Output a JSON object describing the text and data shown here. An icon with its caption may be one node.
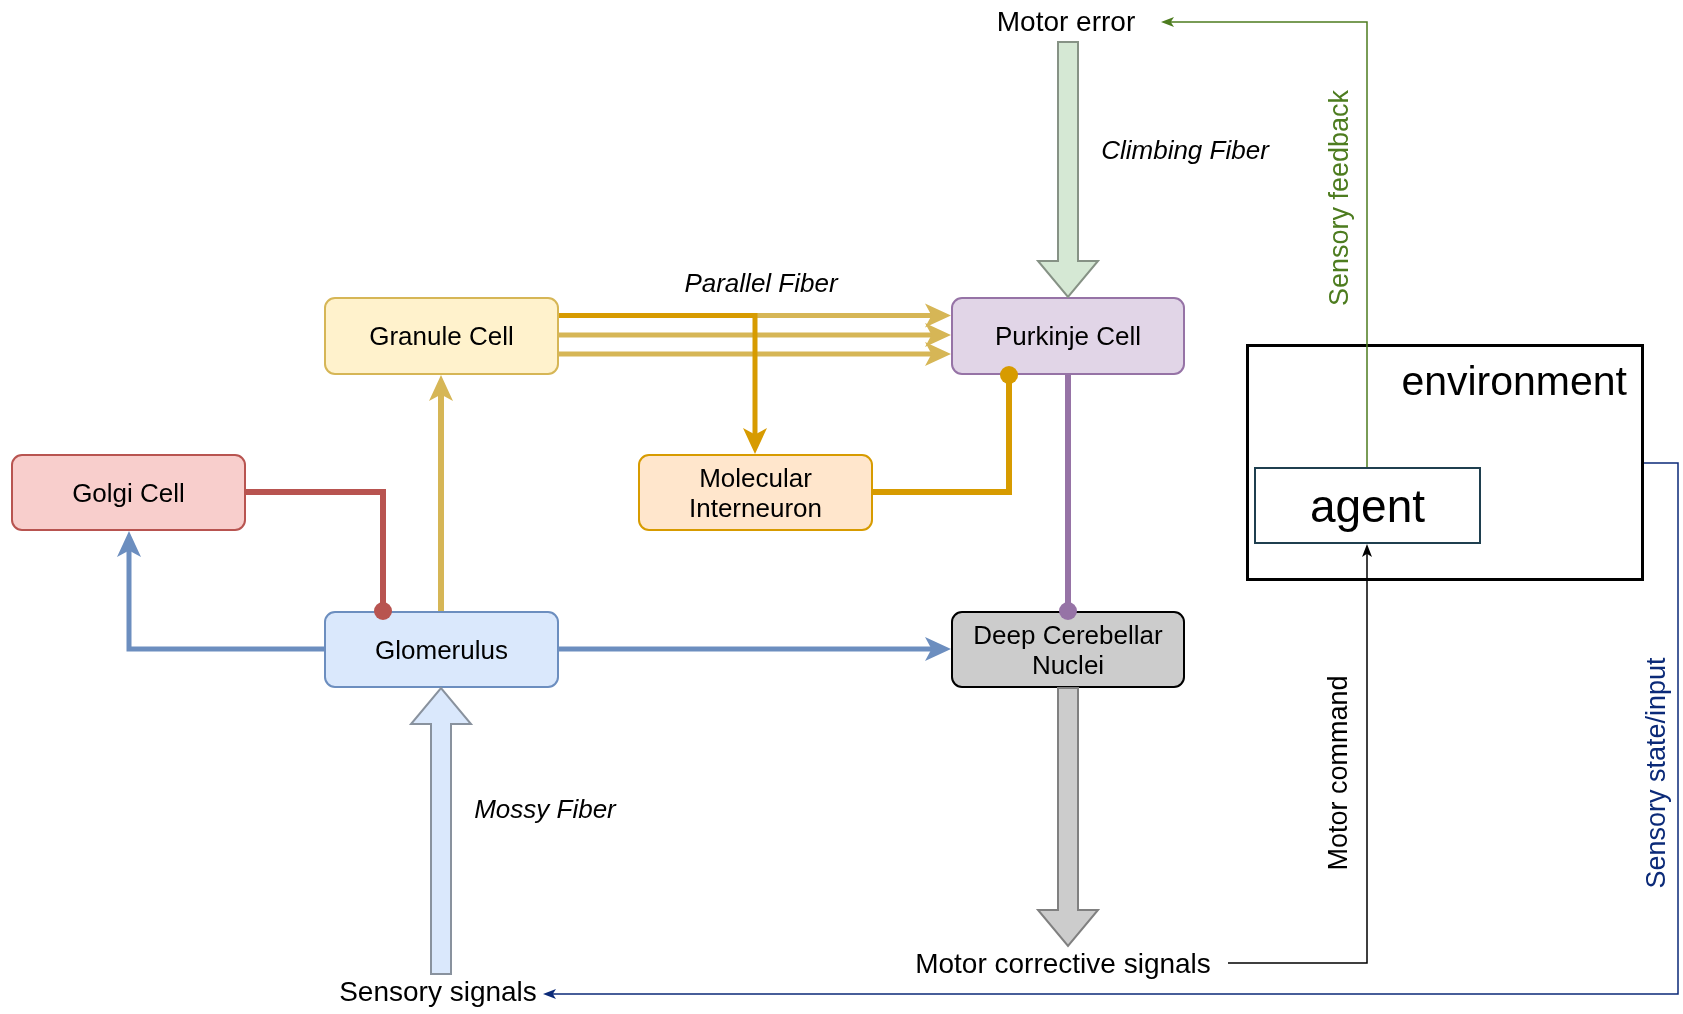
{
  "diagram": {
    "nodes": [
      {
        "text": [
          "Granule Cell"
        ]
      },
      {
        "text": [
          "Purkinje Cell"
        ]
      },
      {
        "text": [
          "Golgi Cell"
        ]
      },
      {
        "text": [
          "Molecular Interneuron"
        ]
      },
      {
        "text": [
          "Glomerulus"
        ]
      },
      {
        "text": [
          "Deep Cerebellar Nuclei"
        ]
      },
      {
        "text": [
          "Motor error"
        ]
      },
      {
        "text": [
          "environment"
        ]
      },
      {
        "text": [
          "agent"
        ],
        "in": 7
      },
      {
        "text": [
          "Motor corrective signals"
        ]
      },
      {
        "text": [
          "Sensory signals"
        ]
      }
    ],
    "edges": [
      {
        "from": 0,
        "to": 1,
        "arrow": "to",
        "label": "Parallel Fiber",
        "color": "#d6b656"
      },
      {
        "from": 0,
        "to": 1,
        "arrow": "to",
        "color": "#d6b656"
      },
      {
        "from": 0,
        "to": 1,
        "arrow": "to",
        "color": "#d6b656"
      },
      {
        "from": 0,
        "to": 3,
        "arrow": "to",
        "color": "#d79b00"
      },
      {
        "from": 3,
        "to": 1,
        "arrow": "other",
        "color": "#d79b00"
      },
      {
        "from": 1,
        "to": 5,
        "arrow": "other",
        "color": "#9673a6"
      },
      {
        "from": 2,
        "to": 4,
        "arrow": "other",
        "color": "#b85450"
      },
      {
        "from": 4,
        "to": 2,
        "arrow": "to",
        "color": "#6c8ebf"
      },
      {
        "from": 4,
        "to": 0,
        "arrow": "to",
        "color": "#d6b656"
      },
      {
        "from": 4,
        "to": 5,
        "arrow": "to",
        "color": "#6c8ebf"
      },
      {
        "from": 10,
        "to": 4,
        "arrow": "to",
        "label": "Mossy Fiber",
        "style": "thick",
        "color": "#dae8fc"
      },
      {
        "from": 6,
        "to": 1,
        "arrow": "to",
        "label": "Climbing Fiber",
        "style": "thick",
        "color": "#d5e8d4"
      },
      {
        "from": 5,
        "to": 9,
        "arrow": "to",
        "style": "thick",
        "color": "#cccccc"
      },
      {
        "from": 8,
        "to": 6,
        "arrow": "to",
        "label": "Sensory feedback",
        "color": "#4d7c1f"
      },
      {
        "from": 9,
        "to": 8,
        "arrow": "to",
        "label": "Motor command",
        "color": "#000000"
      },
      {
        "from": 7,
        "to": 10,
        "arrow": "to",
        "label": "Sensory state/input",
        "color": "#0b2a78"
      }
    ]
  }
}
